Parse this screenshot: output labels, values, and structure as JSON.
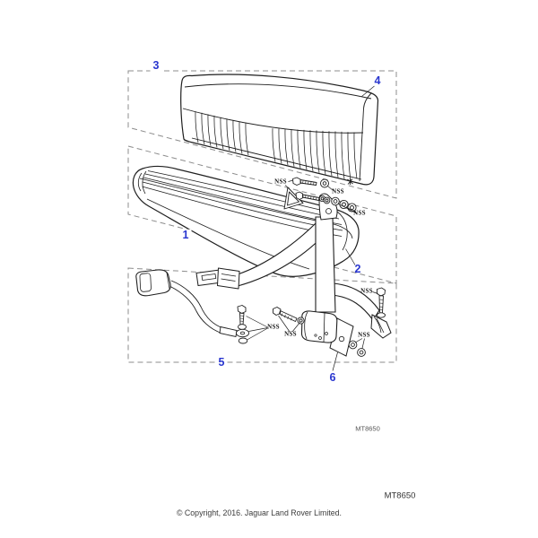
{
  "diagram": {
    "type": "exploded-parts-illustration",
    "subject": "bench-seat-with-seat-belt-kit",
    "callout_color": "#2936cf",
    "callouts": [
      {
        "label": "1"
      },
      {
        "label": "2"
      },
      {
        "label": "3"
      },
      {
        "label": "4"
      },
      {
        "label": "5"
      },
      {
        "label": "6"
      }
    ],
    "hardware_label": "NSS"
  },
  "footer": {
    "drawing_code_inline": "MT8650",
    "drawing_code": "MT8650",
    "copyright": "© Copyright, 2016. Jaguar Land Rover Limited."
  }
}
